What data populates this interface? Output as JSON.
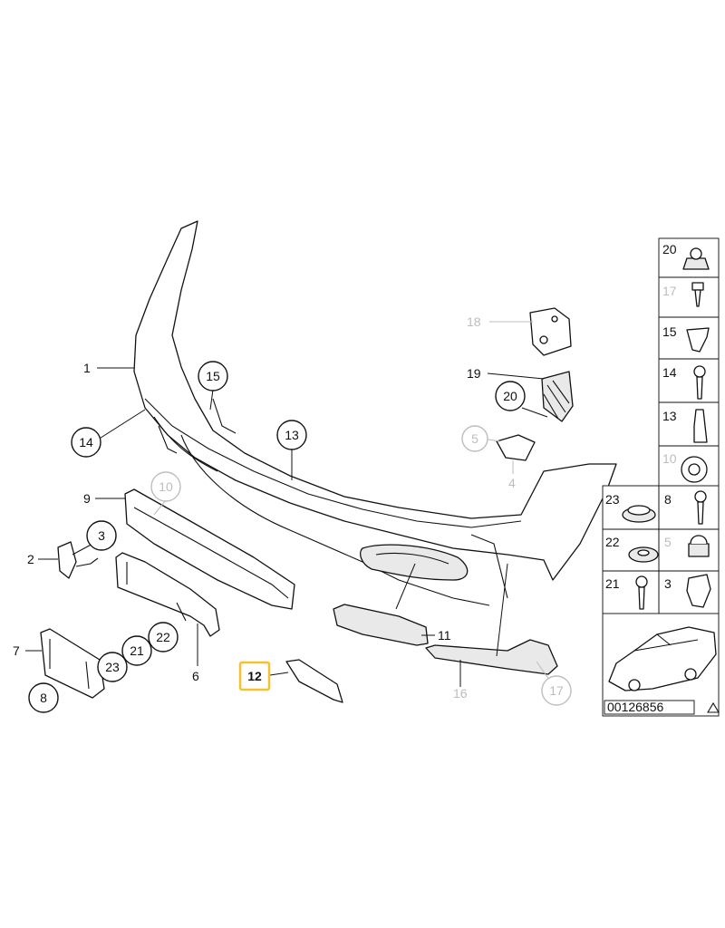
{
  "callouts": {
    "c1": "1",
    "c2": "2",
    "c3": "3",
    "c4": "4",
    "c5": "5",
    "c6": "6",
    "c7": "7",
    "c8": "8",
    "c9": "9",
    "c10": "10",
    "c11": "11",
    "c12": "12",
    "c13": "13",
    "c14": "14",
    "c15": "15",
    "c16": "16",
    "c17": "17",
    "c18": "18",
    "c19": "19",
    "c20": "20",
    "c21": "21",
    "c22": "22",
    "c23": "23"
  },
  "panel": {
    "p20": "20",
    "p17": "17",
    "p15": "15",
    "p14": "14",
    "p13": "13",
    "p10": "10",
    "p23": "23",
    "p8": "8",
    "p22": "22",
    "p5": "5",
    "p21": "21",
    "p3": "3"
  },
  "diagram_number": "00126856",
  "colors": {
    "highlight": "#f2c230",
    "inactive_label": "#bdbdbd",
    "line": "#111111"
  }
}
